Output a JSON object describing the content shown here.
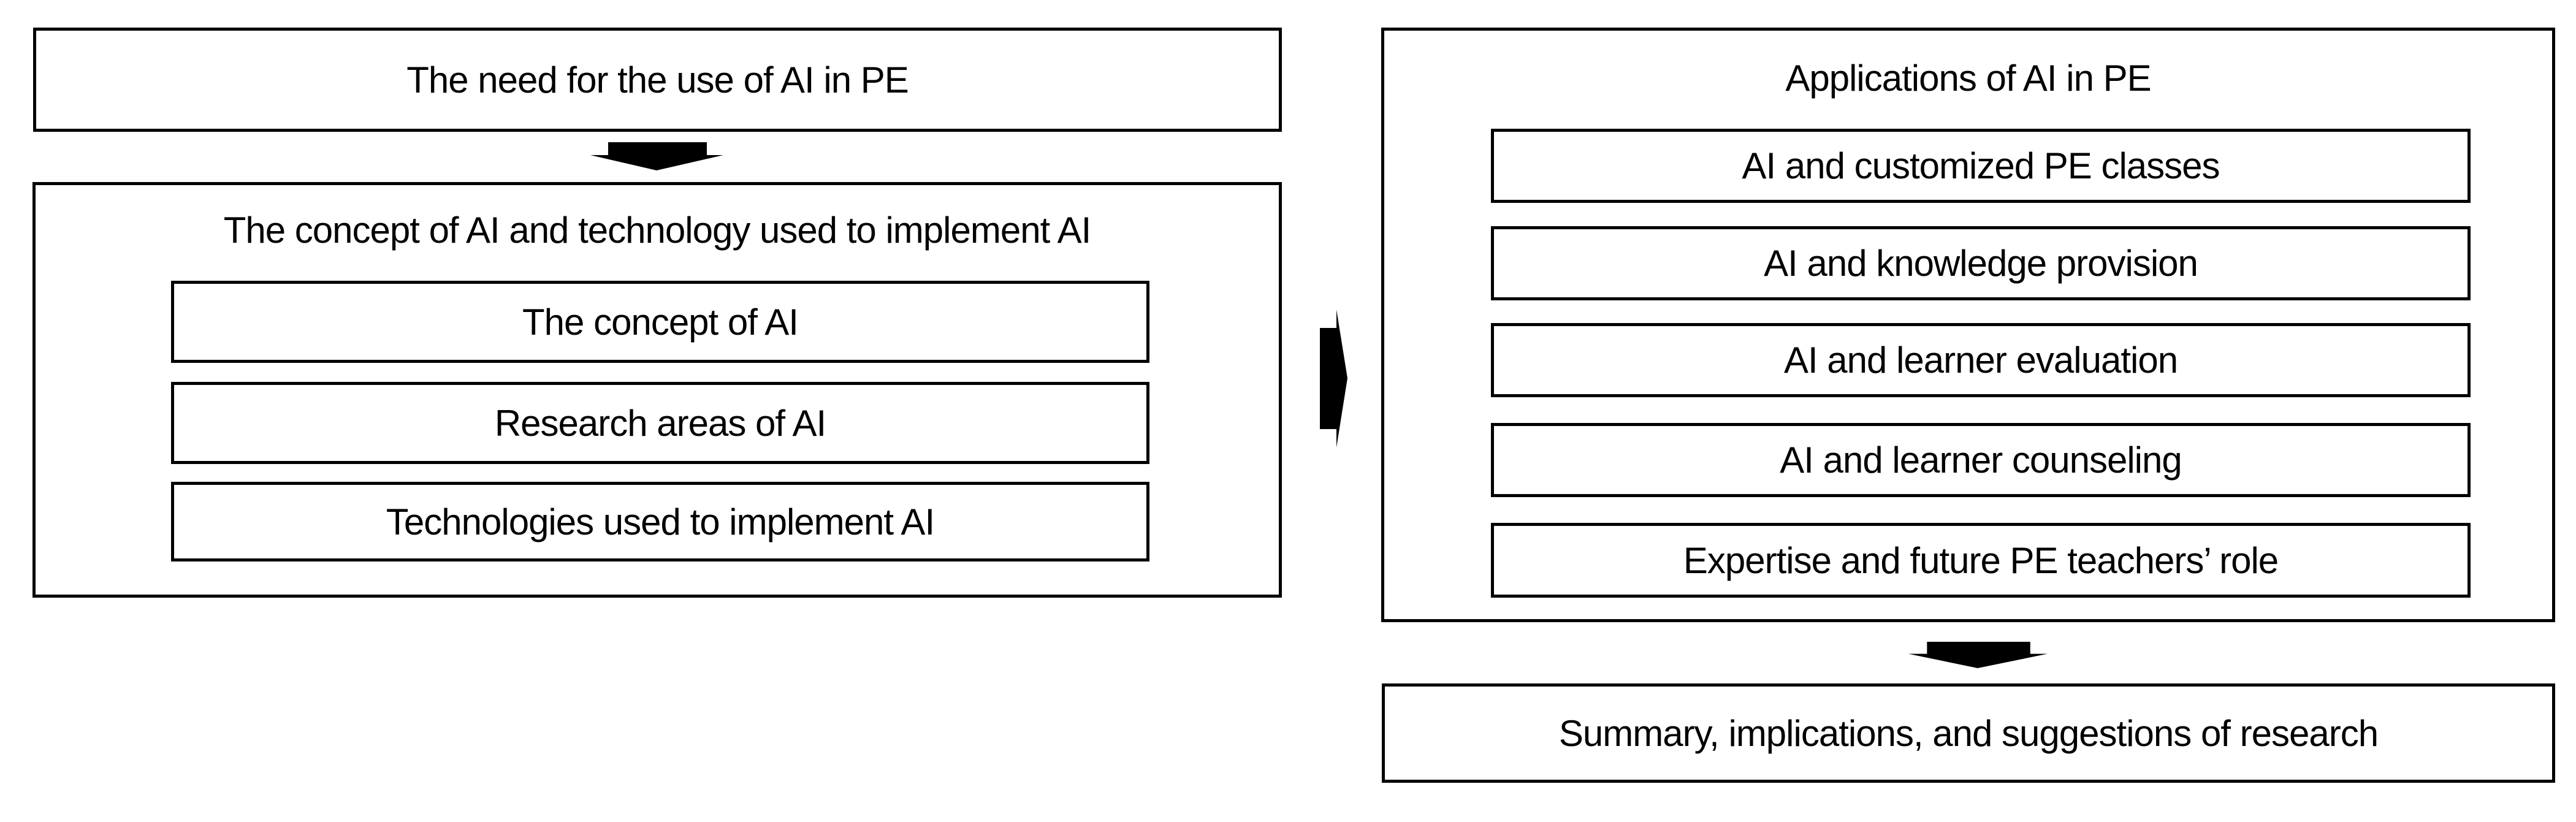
{
  "diagram": {
    "left_column": {
      "need_box": {
        "label": "The need for the use of AI in PE"
      },
      "concept_container": {
        "title": "The concept of AI and technology used to implement AI",
        "items": [
          {
            "label": "The concept of AI"
          },
          {
            "label": "Research areas of AI"
          },
          {
            "label": "Technologies used to implement AI"
          }
        ]
      }
    },
    "right_column": {
      "applications_container": {
        "title": "Applications of AI in PE",
        "items": [
          {
            "label": "AI and customized PE classes"
          },
          {
            "label": "AI and knowledge provision"
          },
          {
            "label": "AI and learner evaluation"
          },
          {
            "label": "AI and learner counseling"
          },
          {
            "label": "Expertise and future PE teachers’ role"
          }
        ]
      },
      "summary_box": {
        "label": "Summary, implications, and suggestions of research"
      }
    },
    "icons": {
      "down_arrow_left": "down-arrow",
      "right_arrow": "right-arrow",
      "down_arrow_right": "down-arrow"
    },
    "colors": {
      "ink": "#000000",
      "background": "#ffffff"
    }
  }
}
